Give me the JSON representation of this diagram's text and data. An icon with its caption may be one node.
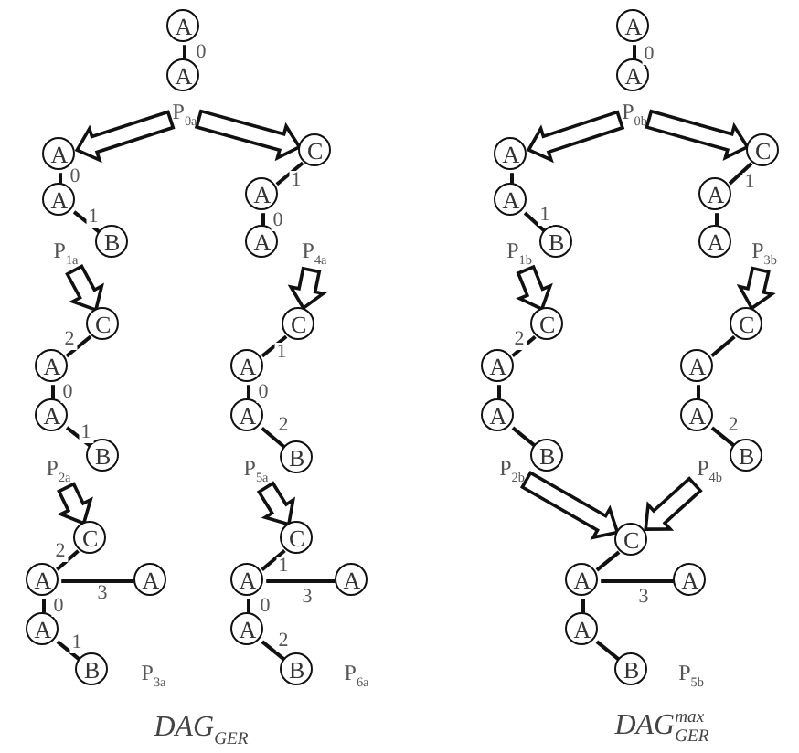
{
  "diagram": {
    "nodes": [
      {
        "text": [
          "A"
        ]
      },
      {
        "text": [
          "A"
        ]
      },
      {
        "text": [
          "P$_{0a}$"
        ]
      },
      {
        "text": [
          "A"
        ]
      },
      {
        "text": [
          "A"
        ]
      },
      {
        "text": [
          "B"
        ]
      },
      {
        "text": [
          "P$_{1a}$"
        ]
      },
      {
        "text": [
          "C"
        ]
      },
      {
        "text": [
          "A"
        ]
      },
      {
        "text": [
          "A"
        ]
      },
      {
        "text": [
          "P$_{4a}$"
        ]
      },
      {
        "text": [
          "C"
        ]
      },
      {
        "text": [
          "A"
        ]
      },
      {
        "text": [
          "A"
        ]
      },
      {
        "text": [
          "B"
        ]
      },
      {
        "text": [
          "P$_{2a}$"
        ]
      },
      {
        "text": [
          "C"
        ]
      },
      {
        "text": [
          "A"
        ]
      },
      {
        "text": [
          "A"
        ]
      },
      {
        "text": [
          "B"
        ]
      },
      {
        "text": [
          "P$_{5a}$"
        ]
      },
      {
        "text": [
          "C"
        ]
      },
      {
        "text": [
          "A"
        ]
      },
      {
        "text": [
          "A"
        ]
      },
      {
        "text": [
          "A"
        ]
      },
      {
        "text": [
          "B"
        ]
      },
      {
        "text": [
          "P$_{3a}$"
        ]
      },
      {
        "text": [
          "C"
        ]
      },
      {
        "text": [
          "A"
        ]
      },
      {
        "text": [
          "A"
        ]
      },
      {
        "text": [
          "A"
        ]
      },
      {
        "text": [
          "B"
        ]
      },
      {
        "text": [
          "P$_{6a}$"
        ]
      },
      {
        "text": [
          "A"
        ]
      },
      {
        "text": [
          "A"
        ]
      },
      {
        "text": [
          "P$_{0b}$"
        ]
      },
      {
        "text": [
          "A"
        ]
      },
      {
        "text": [
          "A"
        ]
      },
      {
        "text": [
          "B"
        ]
      },
      {
        "text": [
          "P$_{1b}$"
        ]
      },
      {
        "text": [
          "C"
        ]
      },
      {
        "text": [
          "A"
        ]
      },
      {
        "text": [
          "A"
        ]
      },
      {
        "text": [
          "P$_{3b}$"
        ]
      },
      {
        "text": [
          "C"
        ]
      },
      {
        "text": [
          "A"
        ]
      },
      {
        "text": [
          "A"
        ]
      },
      {
        "text": [
          "B"
        ]
      },
      {
        "text": [
          "P$_{2b}$"
        ]
      },
      {
        "text": [
          "C"
        ]
      },
      {
        "text": [
          "A"
        ]
      },
      {
        "text": [
          "A"
        ]
      },
      {
        "text": [
          "B"
        ]
      },
      {
        "text": [
          "P$_{4b}$"
        ]
      },
      {
        "text": [
          "C"
        ]
      },
      {
        "text": [
          "A"
        ]
      },
      {
        "text": [
          "A"
        ]
      },
      {
        "text": [
          "A"
        ]
      },
      {
        "text": [
          "B"
        ]
      },
      {
        "text": [
          "P$_{5b}$"
        ]
      }
    ],
    "edges": [
      {
        "from": 0,
        "to": 1,
        "arrow": "none",
        "label": "0"
      },
      {
        "from": 3,
        "to": 4,
        "arrow": "none",
        "label": "0"
      },
      {
        "from": 4,
        "to": 5,
        "arrow": "none",
        "label": "1"
      },
      {
        "from": 7,
        "to": 8,
        "arrow": "none",
        "label": "1"
      },
      {
        "from": 8,
        "to": 9,
        "arrow": "none",
        "label": "0"
      },
      {
        "from": 12,
        "to": 11,
        "arrow": "none",
        "label": "2"
      },
      {
        "from": 12,
        "to": 13,
        "arrow": "none",
        "label": "0"
      },
      {
        "from": 13,
        "to": 14,
        "arrow": "none",
        "label": "1"
      },
      {
        "from": 17,
        "to": 16,
        "arrow": "none",
        "label": "1"
      },
      {
        "from": 17,
        "to": 18,
        "arrow": "none",
        "label": "0"
      },
      {
        "from": 18,
        "to": 19,
        "arrow": "none",
        "label": "2"
      },
      {
        "from": 22,
        "to": 21,
        "arrow": "none",
        "label": "2"
      },
      {
        "from": 22,
        "to": 23,
        "arrow": "none",
        "label": "3"
      },
      {
        "from": 22,
        "to": 24,
        "arrow": "none",
        "label": "0"
      },
      {
        "from": 24,
        "to": 25,
        "arrow": "none",
        "label": "1"
      },
      {
        "from": 28,
        "to": 27,
        "arrow": "none",
        "label": "1"
      },
      {
        "from": 28,
        "to": 29,
        "arrow": "none",
        "label": "3"
      },
      {
        "from": 28,
        "to": 30,
        "arrow": "none",
        "label": "0"
      },
      {
        "from": 30,
        "to": 31,
        "arrow": "none",
        "label": "2"
      },
      {
        "from": 33,
        "to": 34,
        "arrow": "none",
        "label": "0"
      },
      {
        "from": 36,
        "to": 37,
        "arrow": "none"
      },
      {
        "from": 37,
        "to": 38,
        "arrow": "none",
        "label": "1"
      },
      {
        "from": 41,
        "to": 40,
        "arrow": "none",
        "label": "1"
      },
      {
        "from": 41,
        "to": 42,
        "arrow": "none"
      },
      {
        "from": 45,
        "to": 44,
        "arrow": "none",
        "label": "2"
      },
      {
        "from": 45,
        "to": 46,
        "arrow": "none"
      },
      {
        "from": 46,
        "to": 47,
        "arrow": "none"
      },
      {
        "from": 50,
        "to": 49,
        "arrow": "none"
      },
      {
        "from": 50,
        "to": 51,
        "arrow": "none"
      },
      {
        "from": 51,
        "to": 52,
        "arrow": "none",
        "label": "2"
      },
      {
        "from": 55,
        "to": 54,
        "arrow": "none"
      },
      {
        "from": 55,
        "to": 56,
        "arrow": "none",
        "label": "3"
      },
      {
        "from": 55,
        "to": 57,
        "arrow": "none"
      },
      {
        "from": 57,
        "to": 58,
        "arrow": "none"
      },
      {
        "from": 2,
        "to": 3,
        "arrow": "to",
        "style": "thick"
      },
      {
        "from": 2,
        "to": 7,
        "arrow": "to",
        "style": "thick"
      },
      {
        "from": 6,
        "to": 11,
        "arrow": "to",
        "style": "thick"
      },
      {
        "from": 10,
        "to": 16,
        "arrow": "to",
        "style": "thick"
      },
      {
        "from": 15,
        "to": 21,
        "arrow": "to",
        "style": "thick"
      },
      {
        "from": 20,
        "to": 27,
        "arrow": "to",
        "style": "thick"
      },
      {
        "from": 35,
        "to": 36,
        "arrow": "to",
        "style": "thick"
      },
      {
        "from": 35,
        "to": 40,
        "arrow": "to",
        "style": "thick"
      },
      {
        "from": 39,
        "to": 44,
        "arrow": "to",
        "style": "thick"
      },
      {
        "from": 43,
        "to": 49,
        "arrow": "to",
        "style": "thick"
      },
      {
        "from": 48,
        "to": 54,
        "arrow": "to",
        "style": "thick"
      },
      {
        "from": 53,
        "to": 54,
        "arrow": "to",
        "style": "thick"
      }
    ],
    "labels": [
      "DAG$_{GER}$",
      "DAG$^{max}$$_{GER}$"
    ]
  }
}
